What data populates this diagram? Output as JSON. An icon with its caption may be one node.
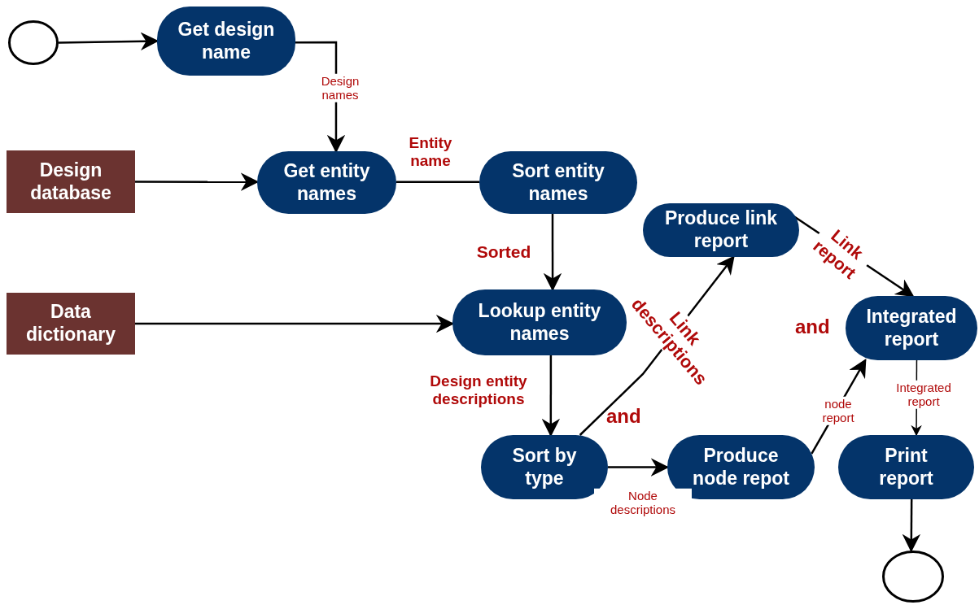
{
  "diagram": {
    "nodes": [
      {
        "text": [],
        "shape": "circle"
      },
      {
        "text": [
          "Get design name"
        ]
      },
      {
        "text": [
          "Design database"
        ]
      },
      {
        "text": [
          "Get entity names"
        ]
      },
      {
        "text": [
          "Sort entity names"
        ]
      },
      {
        "text": [
          "Data dictionary"
        ]
      },
      {
        "text": [
          "Lookup entity names"
        ]
      },
      {
        "text": [
          "Produce link report"
        ]
      },
      {
        "text": [
          "Sort by type"
        ]
      },
      {
        "text": [
          "Produce node repot"
        ]
      },
      {
        "text": [
          "Integrated report"
        ]
      },
      {
        "text": [
          "Print report"
        ]
      },
      {
        "text": [],
        "shape": "circle"
      }
    ],
    "edges": [
      {
        "from": 0,
        "to": 1,
        "arrow": "to"
      },
      {
        "from": 1,
        "to": 3,
        "arrow": "to",
        "label": "Design names"
      },
      {
        "from": 2,
        "to": 3,
        "arrow": "to"
      },
      {
        "from": 3,
        "to": 4,
        "arrow": "none",
        "label": "Entity name"
      },
      {
        "from": 4,
        "to": 6,
        "arrow": "to",
        "label": "Sorted"
      },
      {
        "from": 5,
        "to": 6,
        "arrow": "to"
      },
      {
        "from": 6,
        "to": 8,
        "arrow": "to",
        "label": "Design entity descriptions"
      },
      {
        "from": 8,
        "to": 7,
        "arrow": "to",
        "label": "Link descriptions"
      },
      {
        "from": 8,
        "to": 9,
        "arrow": "to",
        "label": "Node descriptions"
      },
      {
        "from": 7,
        "to": 10,
        "arrow": "to",
        "label": "Link report"
      },
      {
        "from": 9,
        "to": 10,
        "arrow": "to",
        "label": "node report"
      },
      {
        "from": 10,
        "to": 11,
        "arrow": "to",
        "label": "Integrated report"
      },
      {
        "from": 11,
        "to": 12,
        "arrow": "to"
      }
    ],
    "labels": [
      "and",
      "and"
    ]
  }
}
